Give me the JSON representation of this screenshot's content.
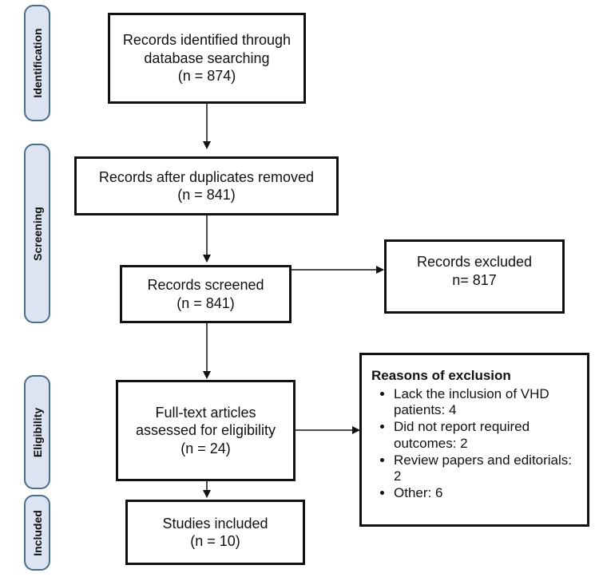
{
  "stages": {
    "identification": "Identification",
    "screening": "Screening",
    "eligibility": "Eligibility",
    "included": "Included"
  },
  "boxes": {
    "identified": {
      "line1": "Records identified through",
      "line2": "database searching",
      "line3": "(n = 874)"
    },
    "after_duplicates": {
      "line1": "Records after duplicates removed",
      "line2": "(n = 841)"
    },
    "screened": {
      "line1": "Records screened",
      "line2": "(n = 841)"
    },
    "excluded": {
      "line1": "Records excluded",
      "line2": "n= 817"
    },
    "full_text": {
      "line1": "Full-text articles",
      "line2": "assessed for eligibility",
      "line3": "(n = 24)"
    },
    "included": {
      "line1": "Studies included",
      "line2": "(n = 10)"
    }
  },
  "reasons": {
    "title": "Reasons of exclusion",
    "items": [
      "Lack the inclusion of VHD patients: 4",
      "Did not report required outcomes: 2",
      "Review papers and editorials: 2",
      "Other: 6"
    ]
  }
}
